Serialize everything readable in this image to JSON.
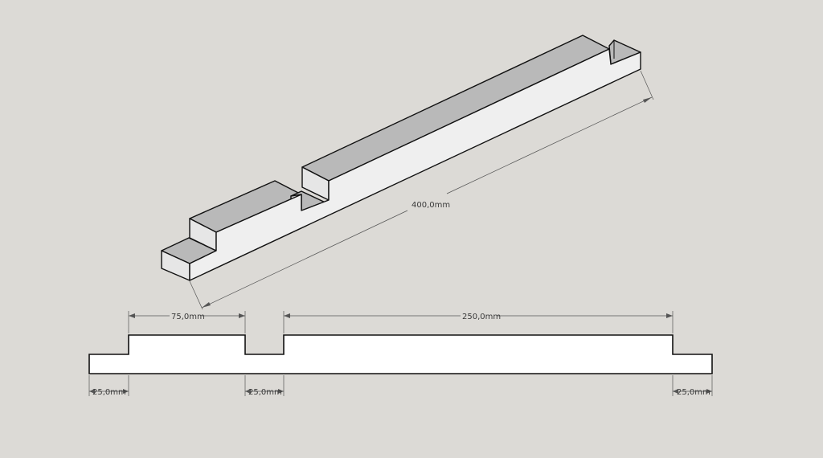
{
  "canvas": {
    "background": "#dcdad6"
  },
  "model": {
    "face_top_color": "#b9b9b9",
    "face_front_color": "#efefef",
    "face_end_color": "#e6e6e6",
    "edge_color": "#111111"
  },
  "dimensions": {
    "overall_length": "400,0mm",
    "raised_left_length": "75,0mm",
    "raised_right_length": "250,0mm",
    "step_left": "25,0mm",
    "notch_middle": "25,0mm",
    "step_right": "25,0mm"
  }
}
